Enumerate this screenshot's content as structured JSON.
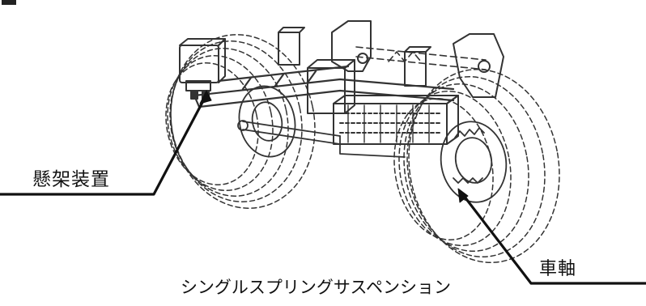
{
  "diagram": {
    "labels": {
      "suspension": "懸架装置",
      "axle": "車軸"
    },
    "caption": "シングルスプリングサスペンション"
  },
  "colors": {
    "ink": "#111111",
    "sketch": "#333333",
    "background": "#ffffff"
  }
}
